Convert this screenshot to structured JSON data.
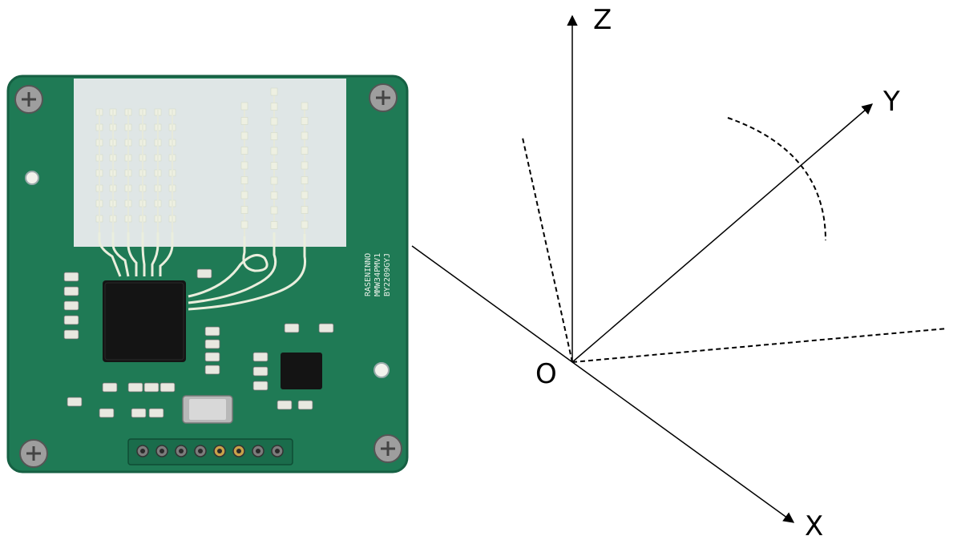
{
  "board": {
    "silkscreen_lines": [
      "RASENINNO",
      "MMW34PMV1",
      "BY2209GYJ"
    ],
    "colors": {
      "pcb": "#1f7a55",
      "antenna_area": "#dfe6e6",
      "pad": "#eef0e2",
      "trace": "#eaeedd",
      "chip": "#141414"
    }
  },
  "axes": {
    "origin_label": "O",
    "x_label": "X",
    "y_label": "Y",
    "z_label": "Z",
    "line_color": "#000000"
  }
}
